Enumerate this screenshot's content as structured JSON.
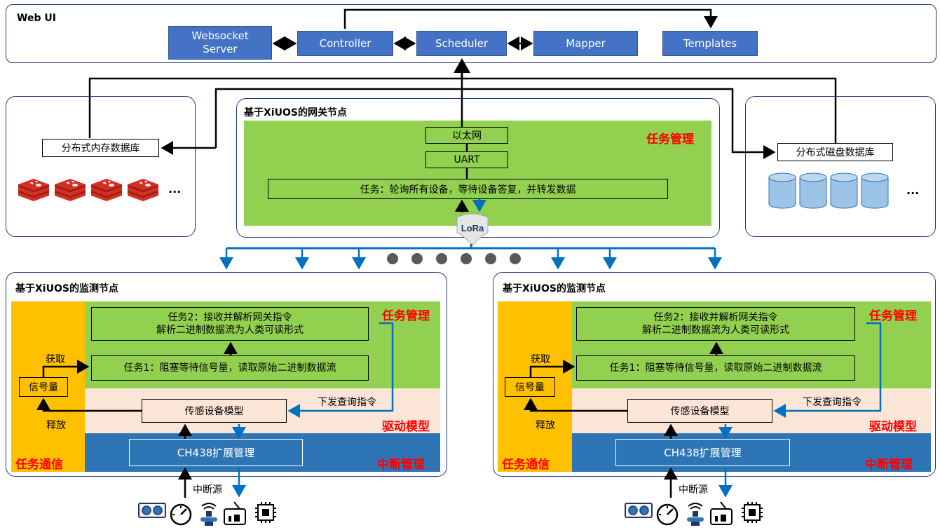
{
  "web_ui": {
    "title": "Web UI",
    "modules": [
      "Websocket\nServer",
      "Controller",
      "Scheduler",
      "Mapper",
      "Templates"
    ]
  },
  "memory_db": {
    "label": "分布式内存数据库",
    "more": "..."
  },
  "disk_db": {
    "label": "分布式磁盘数据库",
    "more": "..."
  },
  "gateway": {
    "title": "基于XiUOS的网关节点",
    "ethernet": "以太网",
    "uart": "UART",
    "task": "任务：轮询所有设备，等待设备答复，并转发数据",
    "task_mgmt": "任务管理",
    "lora": "LoRa"
  },
  "monitor_nodes": [
    {
      "title": "基于XiUOS的监测节点",
      "task2_line1": "任务2：接收并解析网关指令",
      "task2_line2": "解析二进制数据流为人类可读形式",
      "task1": "任务1：阻塞等待信号量，读取原始二进制数据流",
      "semaphore": "信号量",
      "acquire": "获取",
      "release": "释放",
      "sensor_model": "传感设备模型",
      "query_cmd": "下发查询指令",
      "ch438": "CH438扩展管理",
      "task_mgmt": "任务管理",
      "driver_model": "驱动模型",
      "interrupt_mgmt": "中断管理",
      "task_comm": "任务通信",
      "interrupt_source": "中断源"
    },
    {
      "title": "基于XiUOS的监测节点",
      "task2_line1": "任务2：接收并解析网关指令",
      "task2_line2": "解析二进制数据流为人类可读形式",
      "task1": "任务1：阻塞等待信号量，读取原始二进制数据流",
      "semaphore": "信号量",
      "acquire": "获取",
      "release": "释放",
      "sensor_model": "传感设备模型",
      "query_cmd": "下发查询指令",
      "ch438": "CH438扩展管理",
      "task_mgmt": "任务管理",
      "driver_model": "驱动模型",
      "interrupt_mgmt": "中断管理",
      "task_comm": "任务通信",
      "interrupt_source": "中断源"
    }
  ],
  "colors": {
    "blue_module": "#4472c4",
    "green": "#92d050",
    "orange": "#ffc000",
    "peach": "#fbe5d6",
    "interrupt_blue": "#2e75b6",
    "link_blue": "#0070c0",
    "redis_red": "#c8202a",
    "disk_blue": "#9dc3e6"
  },
  "icons": [
    "redis-icon",
    "database-cylinder-icon",
    "lora-icon",
    "sensor-camera-icon",
    "gauge-icon",
    "signal-tower-icon",
    "radio-icon",
    "chip-icon",
    "ellipsis-dot-icon"
  ]
}
